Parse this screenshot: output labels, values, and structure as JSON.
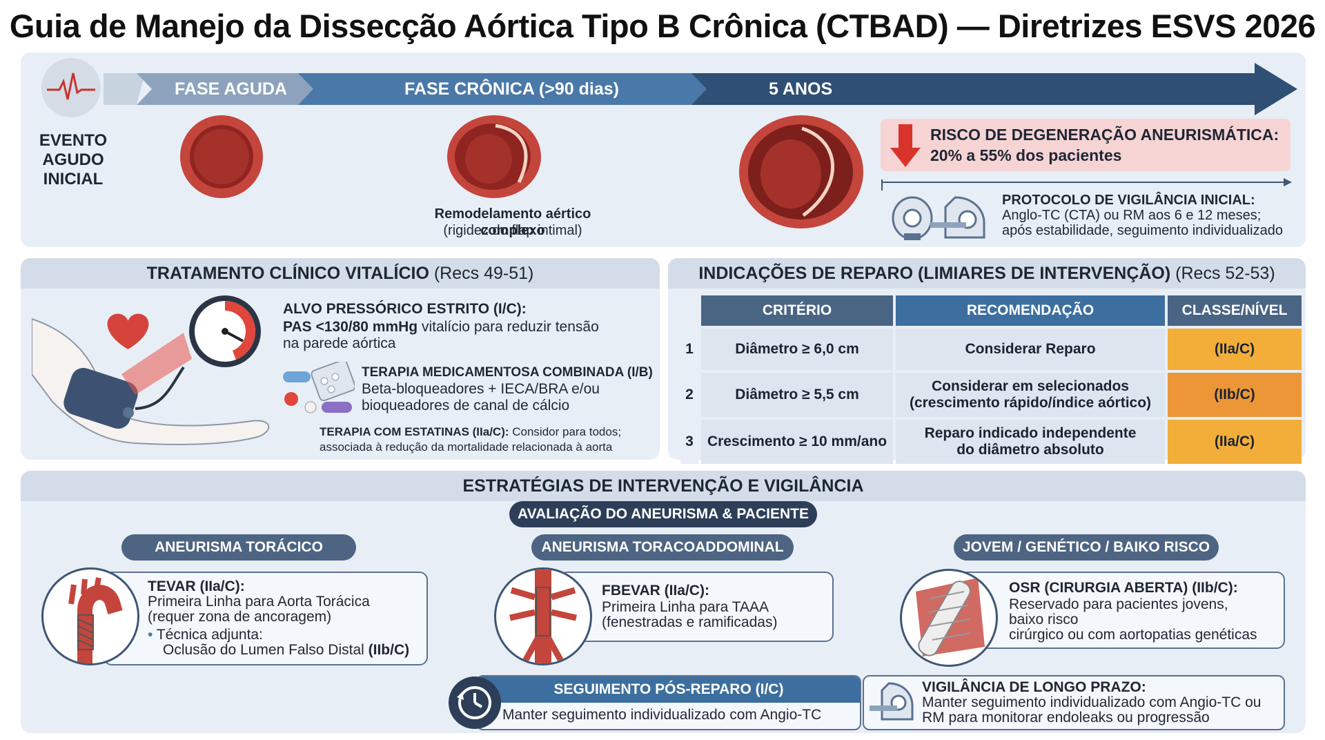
{
  "title": "Guia de Manejo da Dissecção Aórtica Tipo B Crônica (CTBAD) — Diretrizes ESVS 2026",
  "timeline": {
    "event_label": [
      "EVENTO",
      "AGUDO",
      "INICIAL"
    ],
    "stages": [
      "FASE AGUDA",
      "FASE CRÔNICA (>90 dias)",
      "5 ANOS"
    ],
    "remodel_title": "Remodelamento aértico complexo",
    "remodel_sub": "(rigidez do flap intimal)",
    "risk_line1": "RISCO DE DEGENERAÇÃO ANEURISMÁTICA:",
    "risk_line2": "20% a 55% dos pacientes",
    "protocol_title": "PROTOCOLO DE VIGILÂNCIA INICIAL:",
    "protocol_line1": "Anglo-TC (CTA) ou RM aos 6 e 12 meses;",
    "protocol_line2": "após estabilidade, seguimento individualizado"
  },
  "clinical": {
    "title": "TRATAMENTO CLÍNICO VITALÍCIO",
    "recs": "(Recs 49-51)",
    "bp_title": "ALVO PRESSÓRICO ESTRITO (I/C):",
    "bp_bold": "PAS <130/80 mmHg",
    "bp_rest": " vitalício para reduzir tensão",
    "bp_line2": "na parede aórtica",
    "med_title": "TERAPIA MEDICAMENTOSA COMBINADA (I/B)",
    "med_line1": "Beta-bloqueadores + IECA/BRA e/ou",
    "med_line2": "bioqueadores de canal de cálcio",
    "statin_bold": "TERAPIA COM ESTATINAS (IIa/C):",
    "statin_rest": " Considor para todos;",
    "statin_line2": "associada à redução da mortalidade relacionada à aorta"
  },
  "repair": {
    "title": "INDICAÇÕES DE REPARO (LIMIARES DE INTERVENÇÃO)",
    "recs": "(Recs 52-53)",
    "headers": [
      "CRITÉRIO",
      "RECOMENDAÇÃO",
      "CLASSE/NÍVEL"
    ],
    "rows": [
      {
        "num": "1",
        "criterion": "Diâmetro ≥ 6,0 cm",
        "rec1": "Considerar Reparo",
        "rec2": "",
        "cls": "(IIa/C)"
      },
      {
        "num": "2",
        "criterion": "Diâmetro ≥ 5,5 cm",
        "rec1": "Considerar em selecionados",
        "rec2": "(crescimento rápido/índice aórtico)",
        "cls": "(IIb/C)"
      },
      {
        "num": "3",
        "criterion": "Crescimento ≥ 10 mm/ano",
        "rec1": "Reparo indicado independente",
        "rec2": "do diâmetro absoluto",
        "cls": "(IIa/C)"
      }
    ],
    "class_colors": [
      "#f3ae3a",
      "#ec9638",
      "#f3ae3a"
    ]
  },
  "strategies": {
    "title": "ESTRATÉGIAS DE INTERVENÇÃO E VIGILÂNCIA",
    "assessment": "AVALIAÇÃO DO ANEURISMA & PACIENTE",
    "thoracic": {
      "label": "ANEURISMA TORÁCICO",
      "title": "TEVAR (IIa/C):",
      "line1": "Primeira Linha para Aorta Torácica",
      "line2": "(requer zona de ancoragem)",
      "bullet": "Técnica adjunta:",
      "line3": "Oclusão do Lumen Falso Distal ",
      "line3_bold": "(IIb/C)"
    },
    "thoracoabdominal": {
      "label": "ANEURISMA TORACOADDOMINAL",
      "title": "FBEVAR (IIa/C):",
      "line1": "Primeira Linha para TAAA",
      "line2": "(fenestradas e ramificadas)"
    },
    "young": {
      "label": "JOVEM / GENÉTICO / BAIKO RISCO",
      "title": "OSR (CIRURGIA ABERTA) (IIb/C):",
      "line1": "Reservado para pacientes jovens,",
      "line2": "baixo risco",
      "line3": "cirúrgico ou com aortopatias genéticas"
    },
    "followup": {
      "title": "SEGUIMENTO PÓS-REPARO (I/C)",
      "text": "Manter seguimento individualizado com Angio-TC"
    },
    "longterm": {
      "title": "VIGILÂNCIA DE LONGO PRAZO:",
      "line1": "Manter seguimento individualizado com Angio-TC ou",
      "line2": "RM para monitorar endoleaks ou progressão"
    }
  },
  "colors": {
    "accent": "#3c6f9f",
    "dark": "#2c3e58",
    "risk_bg": "#f6d4d4",
    "arrow_red": "#d9342b",
    "vessel_red": "#b83a33"
  }
}
